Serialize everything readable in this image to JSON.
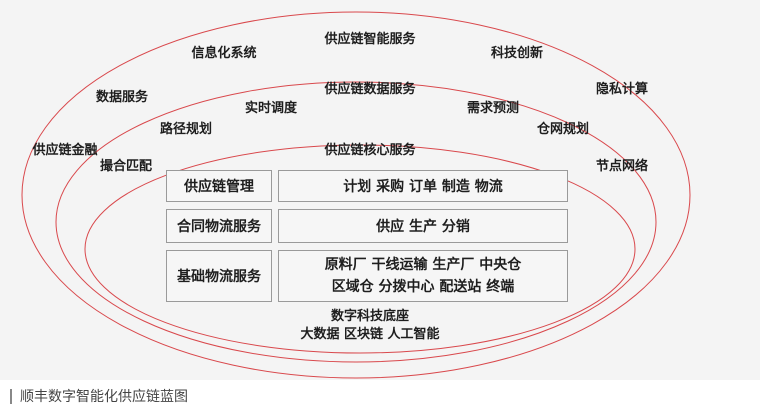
{
  "labels": {
    "smart_services": "供应链智能服务",
    "info_system": "信息化系统",
    "tech_innovation": "科技创新",
    "data_services_outer": "数据服务",
    "privacy_computing": "隐私计算",
    "supply_data_services": "供应链数据服务",
    "realtime_dispatch": "实时调度",
    "demand_forecast": "需求预测",
    "route_planning": "路径规划",
    "warehouse_planning": "仓网规划",
    "supply_finance": "供应链金融",
    "matchmaking": "撮合匹配",
    "core_services": "供应链核心服务",
    "node_network": "节点网络",
    "tech_base": "数字科技底座",
    "tech_base_items": "大数据 区块链 人工智能"
  },
  "rows": [
    {
      "name": "供应链管理",
      "lines": [
        "计划 采购 订单 制造 物流"
      ]
    },
    {
      "name": "合同物流服务",
      "lines": [
        "供应 生产 分销"
      ]
    },
    {
      "name": "基础物流服务",
      "lines": [
        "原料厂 干线运输 生产厂 中央仓",
        "区域仓 分拨中心 配送站 终端"
      ]
    }
  ],
  "caption": "顺丰数字智能化供应链蓝图",
  "colors": {
    "ellipse": "#d9484c",
    "panel": "#f4f4f4"
  }
}
